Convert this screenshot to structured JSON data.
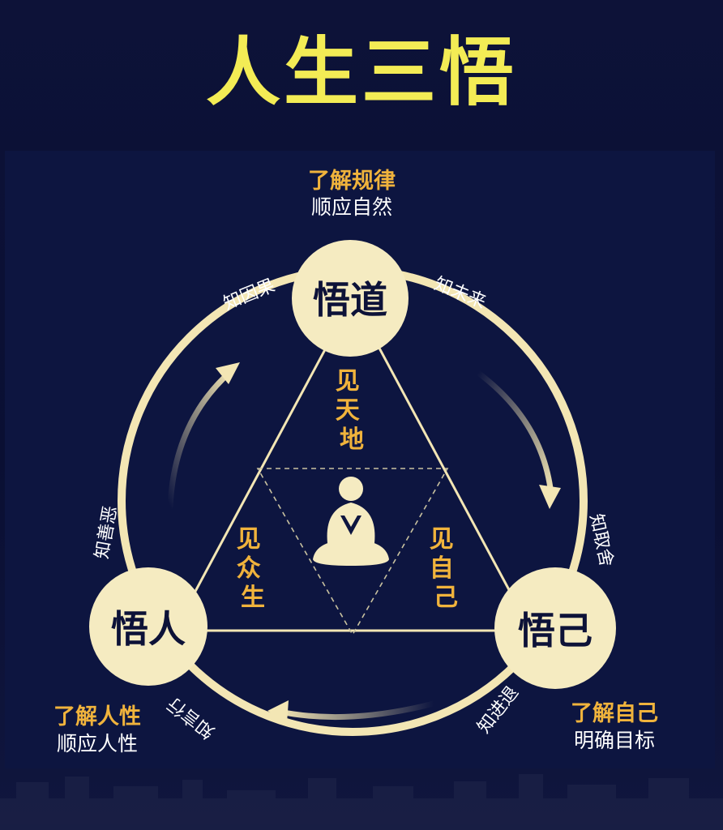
{
  "title": "人生三悟",
  "nodes": {
    "top": {
      "label": "悟道",
      "heading": "了解规律",
      "sub": "顺应自然"
    },
    "left": {
      "label": "悟人",
      "heading": "了解人性",
      "sub": "顺应人性"
    },
    "right": {
      "label": "悟己",
      "heading": "了解自己",
      "sub": "明确目标"
    }
  },
  "arc_labels": {
    "top_left": "知因果",
    "top_right": "知未来",
    "left": "知善恶",
    "right": "知取舍",
    "bottom_left": "知言行",
    "bottom_right": "知进退"
  },
  "inner_labels": {
    "top": "见天地",
    "left": "见众生",
    "right": "见自己"
  },
  "colors": {
    "background": "#0b1033",
    "title": "#f3ec55",
    "ring": "#f3e6b4",
    "node_fill": "#f5ebc1",
    "node_text": "#0d1238",
    "accent": "#f0b33c",
    "text_white": "#ffffff"
  },
  "icons": {
    "center": "meditating-person-icon"
  }
}
